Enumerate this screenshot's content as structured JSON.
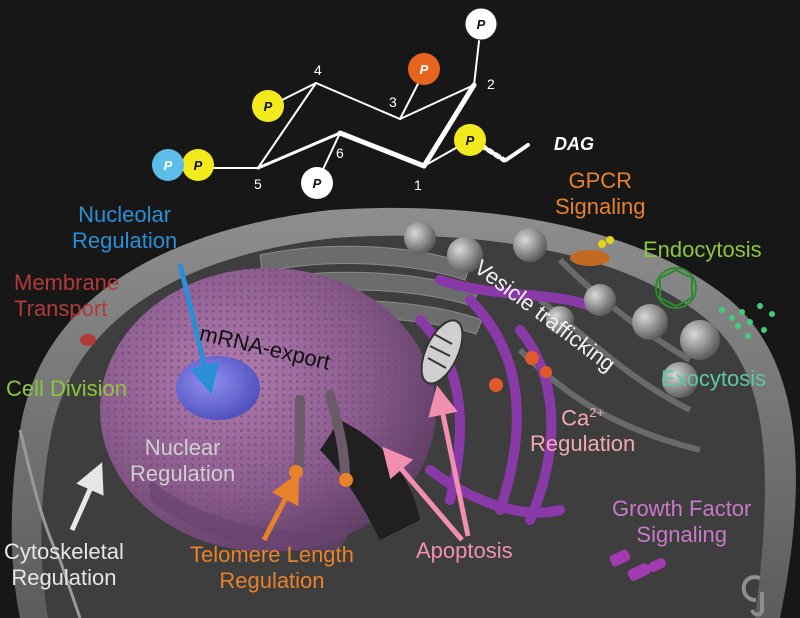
{
  "structure": {
    "carbons": [
      "1",
      "2",
      "3",
      "4",
      "5",
      "6"
    ],
    "phosphate_label": "P",
    "dag_label": "DAG"
  },
  "labels": {
    "gpcr_line1": "GPCR",
    "gpcr_line2": "Signaling",
    "endocytosis": "Endocytosis",
    "nucleolar_line1": "Nucleolar",
    "nucleolar_line2": "Regulation",
    "membrane_line1": "Membrane",
    "membrane_line2": "Transport",
    "cell_division": "Cell Division",
    "mrna_export": "mRNA-export",
    "vesicle_trafficking": "Vesicle trafficking",
    "exocytosis": "Exocytosis",
    "ca_symbol": "Ca",
    "ca_superscript": "2+",
    "ca_regulation": "Regulation",
    "nuclear_line1": "Nuclear",
    "nuclear_line2": "Regulation",
    "growth_line1": "Growth Factor",
    "growth_line2": "Signaling",
    "cytoskeletal_line1": "Cytoskeletal",
    "cytoskeletal_line2": "Regulation",
    "telomere_line1": "Telomere Length",
    "telomere_line2": "Regulation",
    "apoptosis": "Apoptosis"
  },
  "colors": {
    "background": "#171717",
    "phosphate_yellow": "#f2ea1d",
    "phosphate_orange": "#e8641e",
    "phosphate_blue": "#5bbde8",
    "phosphate_white": "#ffffff",
    "gpcr": "#e8822a",
    "endocytosis": "#8cc63e",
    "nucleolar": "#2a8fd6",
    "membrane": "#b03a3a",
    "cell_division": "#8cc63e",
    "exocytosis": "#5ec9a0",
    "ca_regulation": "#f4a8b4",
    "nuclear": "#cfcfcf",
    "growth": "#c879c8",
    "cytoskeletal": "#e6e6e6",
    "telomere": "#e8822a",
    "apoptosis": "#f28fb0",
    "mrna_export": "#111111",
    "vesicle_trafficking": "#f2f2f2"
  }
}
